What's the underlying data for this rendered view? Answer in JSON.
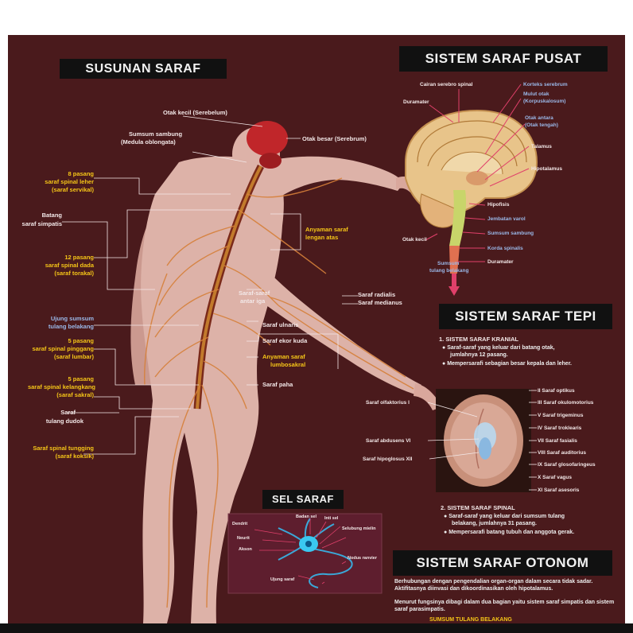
{
  "titles": {
    "susunan": "SUSUNAN SARAF",
    "pusat": "SISTEM SARAF PUSAT",
    "tepi": "SISTEM SARAF TEPI",
    "sel": "SEL SARAF",
    "otonom": "SISTEM SARAF OTONOM"
  },
  "body_labels": {
    "otak_kecil": "Otak kecil (Serebelum)",
    "sumsum_sambung_1": "Sumsum sambung",
    "sumsum_sambung_2": "(Medula oblongata)",
    "otak_besar": "Otak besar (Serebrum)",
    "leher_1": "8 pasang",
    "leher_2": "saraf spinal leher",
    "leher_3": "(saraf servikal)",
    "batang_1": "Batang",
    "batang_2": "saraf simpatis",
    "dada_1": "12 pasang",
    "dada_2": "saraf spinal dada",
    "dada_3": "(saraf torakal)",
    "ujung_1": "Ujung sumsum",
    "ujung_2": "tulang belakang",
    "pinggang_1": "5 pasang",
    "pinggang_2": "saraf spinal pinggang",
    "pinggang_3": "(saraf lumbar)",
    "sakral_1": "5 pasang",
    "sakral_2": "saraf spinal kelangkang",
    "sakral_3": "(saraf sakral)",
    "dudok_1": "Saraf",
    "dudok_2": "tulang dudok",
    "koksik_1": "Saraf spinal tungging",
    "koksik_2": "(saraf koksik)",
    "anyaman_atas_1": "Anyaman saraf",
    "anyaman_atas_2": "lengan atas",
    "iga_1": "Saraf-saraf",
    "iga_2": "antar iga",
    "radialis": "Saraf radialis",
    "medianus": "Saraf medianus",
    "ulnaris": "Saraf ulnaris",
    "ekor_kuda": "Saraf ekor kuda",
    "lumbo_1": "Anyaman saraf",
    "lumbo_2": "lumbosakral",
    "paha": "Saraf paha"
  },
  "brain_labels": {
    "cairan": "Cairan serebro spinal",
    "duramater_top": "Duramater",
    "korteks": "Korteks serebrum",
    "mulut_1": "Mulut otak",
    "mulut_2": "(Korpuskalosum)",
    "otak_antara_1": "Otak antara",
    "otak_antara_2": "(Otak tengah)",
    "talamus": "Talamus",
    "hipotalamus": "Hipotalamus",
    "hipofisis": "Hipofisis",
    "jembatan": "Jembatan varol",
    "sumsum_sambung": "Sumsum sambung",
    "otak_kecil": "Otak kecil",
    "kords": "Korda spinalis",
    "sumsum_1": "Sumsum",
    "sumsum_2": "tulang belakang",
    "duramater_bottom": "Duramater"
  },
  "tepi": {
    "kranial_title": "1. SISTEM SARAF KRANIAL",
    "kranial_b1_1": "Saraf-saraf yang keluar dari batang otak,",
    "kranial_b1_2": "jumlahnya 12 pasang.",
    "kranial_b2": "Mempersarafi sebagian besar kepala dan leher.",
    "left_1": "Saraf olfaktorius  I",
    "left_2": "Saraf abdusens  VI",
    "left_3": "Saraf hipoglosus  XII",
    "right": [
      "II   Saraf optikus",
      "III  Saraf okulomotorius",
      "V    Saraf trigeminus",
      "IV   Saraf troklearis",
      "VII  Saraf fasialis",
      "VIII Saraf auditorius",
      "IX   Saraf glosofaringeus",
      "X    Saraf vagus",
      "XI   Saraf asesoris"
    ],
    "spinal_title": "2. SISTEM SARAF SPINAL",
    "spinal_b1_1": "Saraf-saraf yang keluar dari sumsum tulang",
    "spinal_b1_2": "belakang, jumlahnya 31 pasang.",
    "spinal_b2": "Mempersarafi batang tubuh dan anggota gerak."
  },
  "sel": {
    "dendrit": "Dendrit",
    "badan_sel": "Badan sel",
    "inti_sel": "Inti sel",
    "neurit": "Neurit",
    "selubung": "Selubung mielin",
    "akson": "Akson",
    "nodus": "Nodus ranvier",
    "ujung": "Ujung saraf"
  },
  "otonom": {
    "p1": "Berhubungan dengan pengendalian organ-organ dalam secara tidak sadar. Aktifitasnya diinvasi dan dikoordinasikan oleh hipotalamus.",
    "p2": "Menurut fungsinya dibagi dalam dua bagian yaitu sistem saraf simpatis dan sistem saraf parasimpatis.",
    "footer": "SUMSUM TULANG BELAKANG"
  },
  "colors": {
    "poster_bg": "#4a1a1c",
    "title_bg": "#111111",
    "label_yellow": "#f5c518",
    "label_blue": "#9ab8e8",
    "nerve": "#d6803a"
  }
}
